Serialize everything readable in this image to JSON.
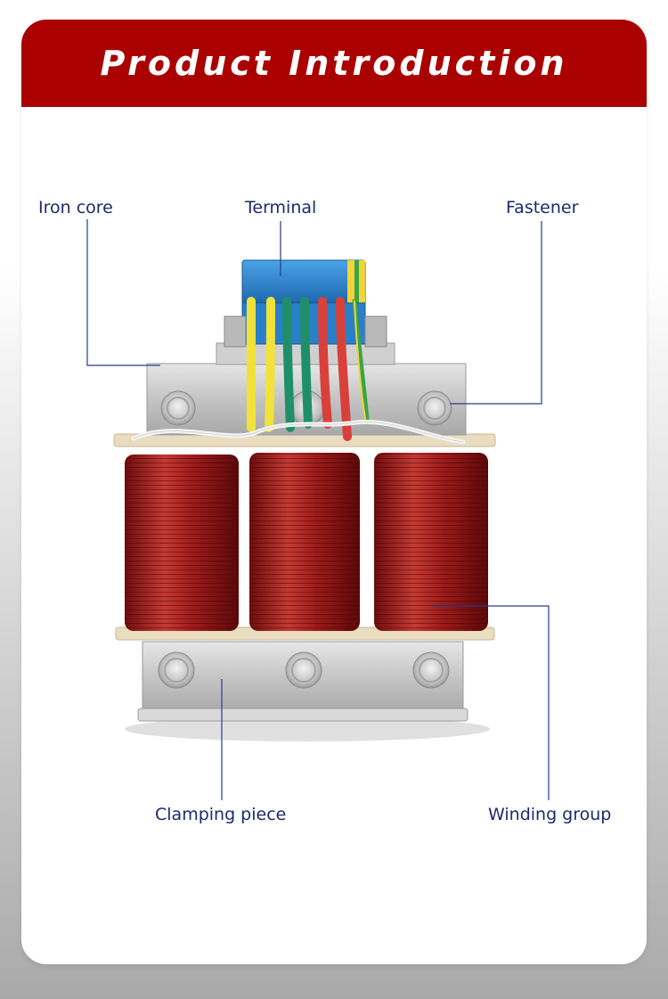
{
  "header": {
    "title": "Product Introduction"
  },
  "labels": {
    "iron_core": "Iron core",
    "terminal": "Terminal",
    "fastener": "Fastener",
    "clamping_piece": "Clamping piece",
    "winding_group": "Winding group"
  },
  "colors": {
    "banner": "#aa0000",
    "label_text": "#1d2a6b",
    "leader_line": "#2a3a8c",
    "coil_copper": "#a01e1e",
    "terminal_blue": "#2a7fc9",
    "metal": "#c9c9c9"
  }
}
